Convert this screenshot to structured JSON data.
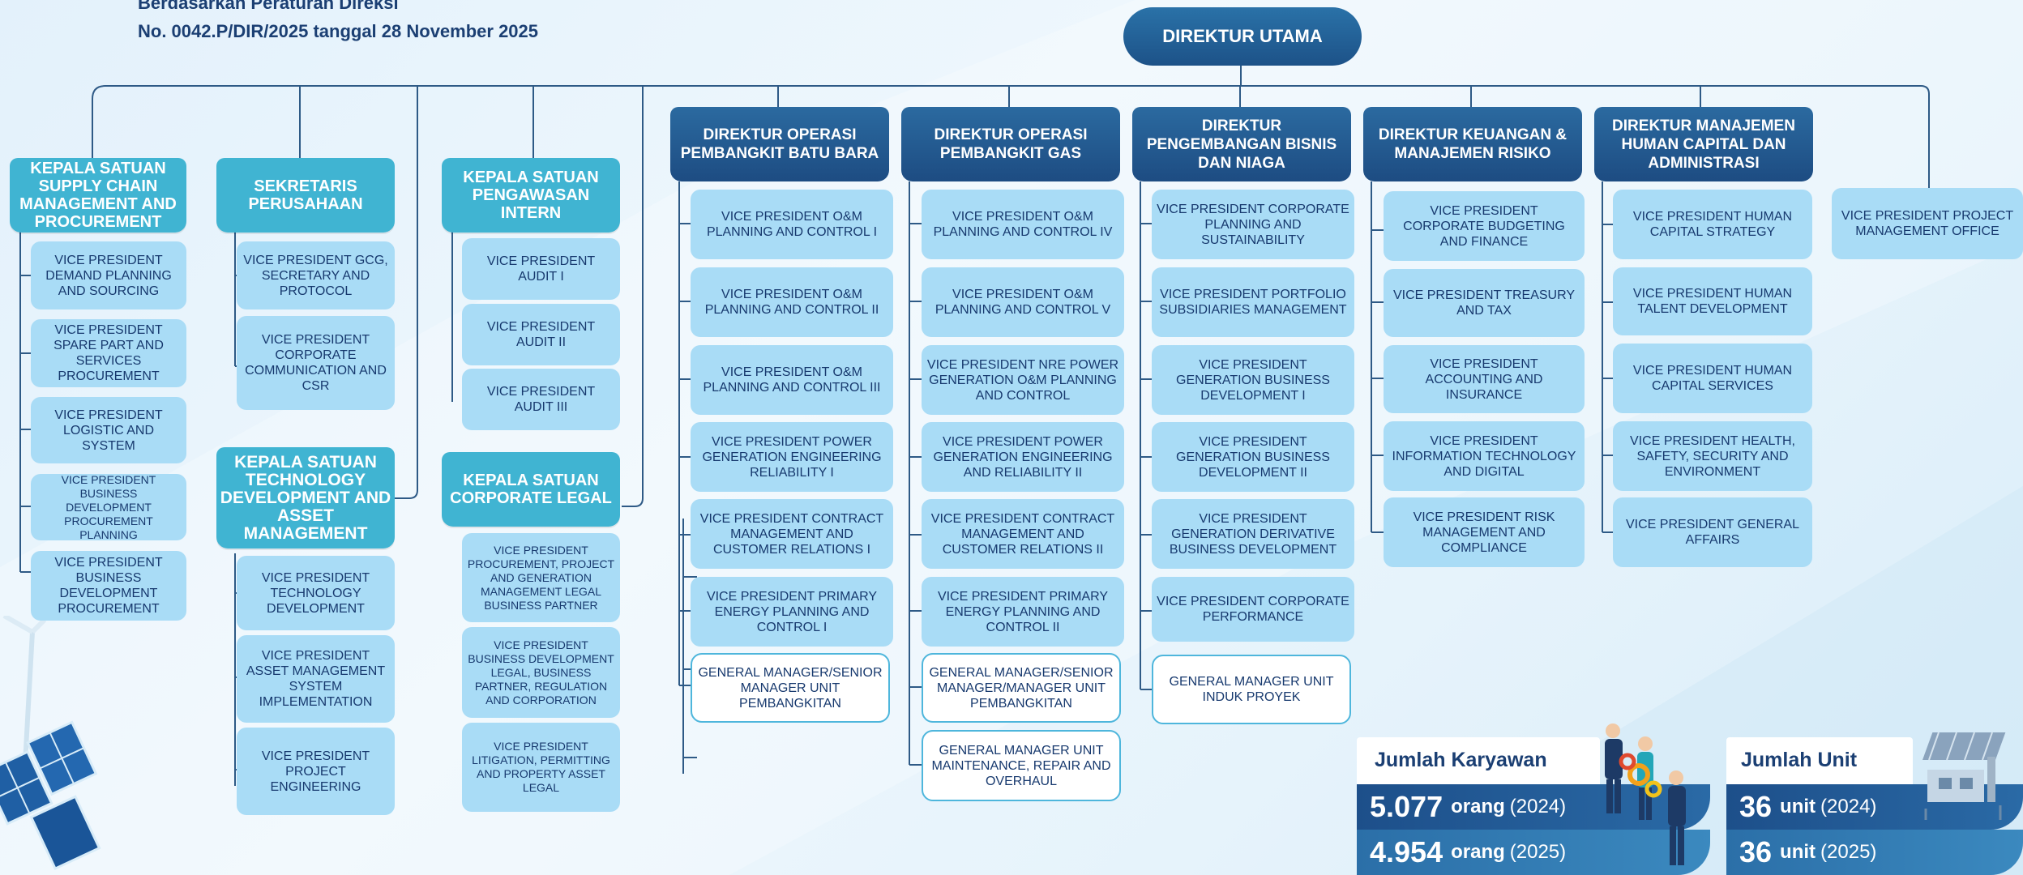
{
  "header": {
    "line1": "Berdasarkan Peraturan Direksi",
    "line2": "No. 0042.P/DIR/2025 tanggal 28 November 2025"
  },
  "ceo": "DIREKTUR UTAMA",
  "units": {
    "scm": "KEPALA SATUAN SUPPLY CHAIN MANAGEMENT AND PROCUREMENT",
    "sekper": "SEKRETARIS PERUSAHAAN",
    "tdam": "KEPALA SATUAN TECHNOLOGY DEVELOPMENT AND ASSET MANAGEMENT",
    "spi": "KEPALA SATUAN PENGAWASAN INTERN",
    "legal": "KEPALA SATUAN CORPORATE LEGAL"
  },
  "directors": {
    "batubara": "DIREKTUR OPERASI PEMBANGKIT BATU BARA",
    "gas": "DIREKTUR OPERASI PEMBANGKIT GAS",
    "bisnis": "DIREKTUR PENGEMBANGAN BISNIS DAN NIAGA",
    "keuangan": "DIREKTUR KEUANGAN & MANAJEMEN RISIKO",
    "hc": "DIREKTUR MANAJEMEN HUMAN CAPITAL DAN ADMINISTRASI"
  },
  "vp_pmo": "VICE PRESIDENT PROJECT MANAGEMENT OFFICE",
  "scm_vps": [
    "VICE PRESIDENT DEMAND PLANNING AND SOURCING",
    "VICE PRESIDENT SPARE PART AND SERVICES PROCUREMENT",
    "VICE PRESIDENT LOGISTIC AND SYSTEM",
    "VICE PRESIDENT BUSINESS DEVELOPMENT PROCUREMENT PLANNING",
    "VICE PRESIDENT BUSINESS DEVELOPMENT PROCUREMENT"
  ],
  "sekper_vps": [
    "VICE PRESIDENT GCG, SECRETARY AND PROTOCOL",
    "VICE PRESIDENT CORPORATE COMMUNICATION AND CSR"
  ],
  "tdam_vps": [
    "VICE PRESIDENT TECHNOLOGY DEVELOPMENT",
    "VICE PRESIDENT ASSET MANAGEMENT SYSTEM IMPLEMENTATION",
    "VICE PRESIDENT PROJECT ENGINEERING"
  ],
  "spi_vps": [
    "VICE PRESIDENT AUDIT I",
    "VICE PRESIDENT AUDIT II",
    "VICE PRESIDENT AUDIT III"
  ],
  "legal_vps": [
    "VICE PRESIDENT PROCUREMENT, PROJECT AND GENERATION MANAGEMENT LEGAL BUSINESS PARTNER",
    "VICE PRESIDENT BUSINESS DEVELOPMENT LEGAL, BUSINESS PARTNER, REGULATION AND CORPORATION",
    "VICE PRESIDENT LITIGATION, PERMITTING AND PROPERTY ASSET LEGAL"
  ],
  "batubara_vps": [
    "VICE PRESIDENT O&M PLANNING AND CONTROL I",
    "VICE PRESIDENT O&M PLANNING AND CONTROL II",
    "VICE PRESIDENT O&M PLANNING AND CONTROL III",
    "VICE PRESIDENT POWER GENERATION ENGINEERING RELIABILITY I",
    "VICE PRESIDENT CONTRACT MANAGEMENT AND CUSTOMER RELATIONS I",
    "VICE PRESIDENT PRIMARY ENERGY PLANNING AND CONTROL I"
  ],
  "batubara_gm": "GENERAL MANAGER/SENIOR MANAGER UNIT PEMBANGKITAN",
  "gas_vps": [
    "VICE PRESIDENT O&M PLANNING AND CONTROL IV",
    "VICE PRESIDENT O&M PLANNING AND CONTROL V",
    "VICE PRESIDENT NRE POWER GENERATION O&M PLANNING AND CONTROL",
    "VICE PRESIDENT POWER GENERATION ENGINEERING AND RELIABILITY II",
    "VICE PRESIDENT CONTRACT MANAGEMENT AND CUSTOMER RELATIONS II",
    "VICE PRESIDENT PRIMARY ENERGY PLANNING AND CONTROL II"
  ],
  "gas_gm": [
    "GENERAL MANAGER/SENIOR MANAGER/MANAGER UNIT PEMBANGKITAN",
    "GENERAL MANAGER UNIT MAINTENANCE, REPAIR AND OVERHAUL"
  ],
  "bisnis_vps": [
    "VICE PRESIDENT CORPORATE PLANNING AND SUSTAINABILITY",
    "VICE PRESIDENT PORTFOLIO SUBSIDIARIES MANAGEMENT",
    "VICE PRESIDENT GENERATION BUSINESS DEVELOPMENT I",
    "VICE PRESIDENT GENERATION BUSINESS DEVELOPMENT II",
    "VICE PRESIDENT GENERATION DERIVATIVE BUSINESS DEVELOPMENT",
    "VICE PRESIDENT CORPORATE PERFORMANCE"
  ],
  "bisnis_gm": "GENERAL MANAGER UNIT INDUK PROYEK",
  "keuangan_vps": [
    "VICE PRESIDENT CORPORATE BUDGETING AND FINANCE",
    "VICE PRESIDENT TREASURY AND TAX",
    "VICE PRESIDENT ACCOUNTING AND INSURANCE",
    "VICE PRESIDENT INFORMATION TECHNOLOGY AND DIGITAL",
    "VICE PRESIDENT RISK MANAGEMENT AND COMPLIANCE"
  ],
  "hc_vps": [
    "VICE PRESIDENT HUMAN CAPITAL STRATEGY",
    "VICE PRESIDENT HUMAN TALENT DEVELOPMENT",
    "VICE PRESIDENT HUMAN CAPITAL SERVICES",
    "VICE PRESIDENT HEALTH, SAFETY, SECURITY AND ENVIRONMENT",
    "VICE PRESIDENT GENERAL AFFAIRS"
  ],
  "stats": {
    "employees": {
      "title": "Jumlah Karyawan",
      "rows": [
        {
          "value": "5.077",
          "unit": "orang",
          "year": "(2024)"
        },
        {
          "value": "4.954",
          "unit": "orang",
          "year": "(2025)"
        }
      ]
    },
    "units": {
      "title": "Jumlah Unit",
      "rows": [
        {
          "value": "36",
          "unit": "unit",
          "year": "(2024)"
        },
        {
          "value": "36",
          "unit": "unit",
          "year": "(2025)"
        }
      ]
    }
  },
  "colors": {
    "dark_header": "#1d4c82",
    "light_header": "#40b4d2",
    "vp_box": "#a9dcf6",
    "connector": "#2e5a86"
  }
}
